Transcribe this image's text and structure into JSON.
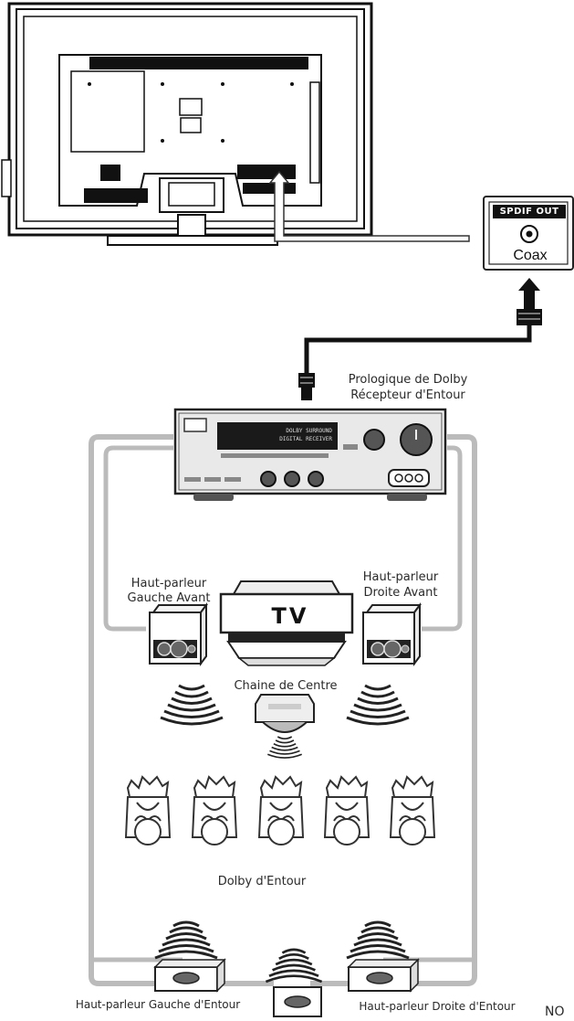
{
  "connector": {
    "spdif_label": "SPDIF OUT",
    "coax_label": "Coax"
  },
  "receiver": {
    "title_line1": "Prologique de Dolby",
    "title_line2": "Récepteur d'Entour",
    "display_line1": "DOLBY SURROUND",
    "display_line2": "DIGITAL RECEIVER"
  },
  "speakers": {
    "front_left_line1": "Haut-parleur",
    "front_left_line2": "Gauche Avant",
    "front_right_line1": "Haut-parleur",
    "front_right_line2": "Droite Avant",
    "center": "Chaine de Centre",
    "surround_left": "Haut-parleur Gauche d'Entour",
    "surround_right": "Haut-parleur Droite d'Entour"
  },
  "tv_label": "TV",
  "surround_label": "Dolby d'Entour",
  "corner_text": "NO"
}
